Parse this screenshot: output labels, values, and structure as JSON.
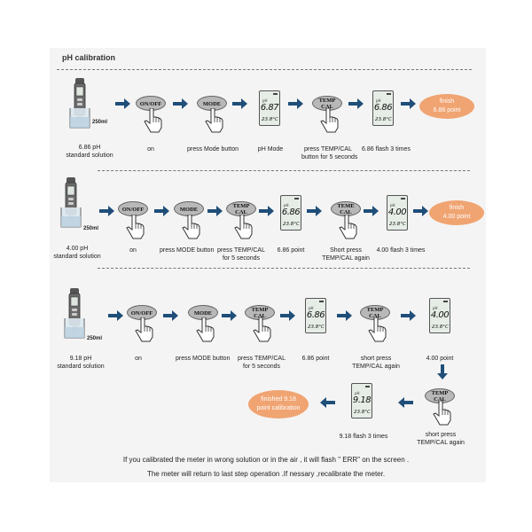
{
  "title": "pH calibration",
  "rows": [
    {
      "solution": "6.86  pH",
      "solution2": "standard solution",
      "volume": "250ml",
      "steps": [
        "on",
        "press Mode button",
        "pH Mode",
        "press TEMP/CAL",
        "button for 5 seconds",
        "6.86 flash 3 times"
      ],
      "buttons": [
        "ON/OFF",
        "MODE",
        "TEMP",
        "CAL"
      ],
      "lcd": [
        {
          "big": "6.87",
          "small": "23.8°C"
        },
        {
          "big": "6.86",
          "small": "23.8°C"
        }
      ],
      "finish": [
        "finish",
        "6.86 point"
      ]
    },
    {
      "solution": "4.00 pH",
      "solution2": "standard solution",
      "volume": "250ml",
      "steps": [
        "on",
        "press MODE button",
        "press TEMP/CAL",
        "for 5 seconds",
        "6.86 point",
        "Short press",
        "TEMP/CAL again",
        "4.00 flash 3 times"
      ],
      "buttons": [
        "ON/OFF",
        "MODE",
        "TEMP",
        "CAL",
        "TEME",
        "CAL"
      ],
      "lcd": [
        {
          "big": "6.86",
          "small": "23.8°C"
        },
        {
          "big": "4.00",
          "small": "23.8°C"
        }
      ],
      "finish": [
        "finish",
        "4.00 point"
      ]
    },
    {
      "solution": "9.18  pH",
      "solution2": "standard solution",
      "volume": "250ml",
      "steps": [
        "on",
        "press MODE button",
        "press TEMP/CAL",
        "for 5 seconds",
        "6.86 point",
        "short press",
        "TEMP/CAL again",
        "4.00 point",
        "short press",
        "TEMP/CAL again",
        "9.18 flash 3 times"
      ],
      "buttons": [
        "ON/OFF",
        "MODE",
        "TEMP",
        "CAL"
      ],
      "lcd": [
        {
          "big": "6.86",
          "small": "23.8°C"
        },
        {
          "big": "4.00",
          "small": "23.8°C"
        },
        {
          "big": "9.18",
          "small": "23.8°C"
        }
      ],
      "finish": [
        "finished 9.18",
        "point calibration"
      ]
    }
  ],
  "ph_label": "pH",
  "notes": [
    "If you calibrated the meter in wrong solution or in the air , it will flash \" ERR\" on the screen .",
    "The meter will return to last step operation .If nessary ,recalibrate the meter."
  ],
  "colors": {
    "finish_oval": "#f0a472",
    "button": "#b8b8b8",
    "arrow": "#1f4e79"
  }
}
